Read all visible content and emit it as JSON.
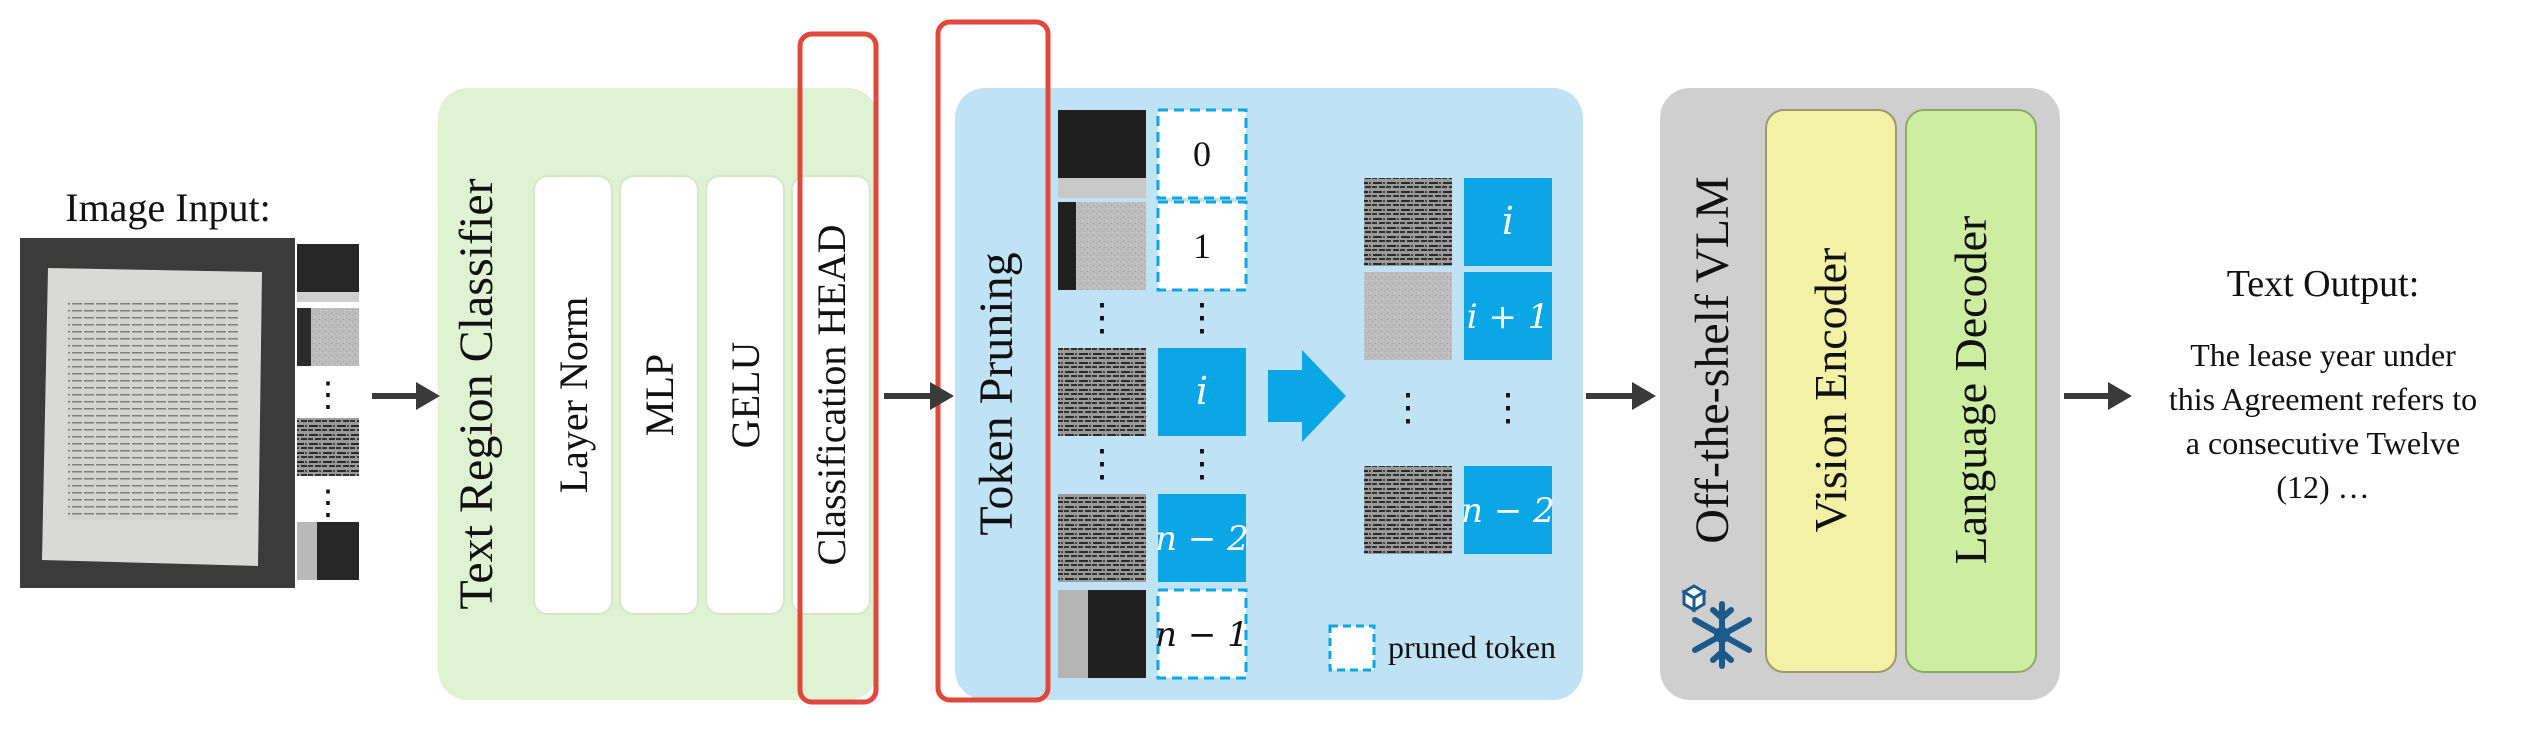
{
  "input": {
    "label": "Image Input:"
  },
  "classifier": {
    "title": "Text Region Classifier",
    "layers": [
      "Layer Norm",
      "MLP",
      "GELU",
      "Classification HEAD"
    ]
  },
  "pruning": {
    "title": "Token Pruning",
    "left_tokens": [
      "0",
      "1",
      "i",
      "n − 2",
      "n − 1"
    ],
    "right_tokens": [
      "i",
      "i + 1",
      "n − 2"
    ],
    "legend": "pruned token"
  },
  "vlm": {
    "title": "Off-the-shelf VLM",
    "encoder": "Vision Encoder",
    "decoder": "Language Decoder"
  },
  "output": {
    "label": "Text Output:",
    "lines": [
      "The lease year under",
      "this Agreement refers to",
      "a consecutive Twelve",
      "(12) …"
    ]
  },
  "colors": {
    "classifier_bg": "#dff2d2",
    "pruning_bg": "#bfe3f5",
    "vlm_bg": "#cfcfcf",
    "encoder": "#f3f1a6",
    "decoder": "#cdeea0",
    "token": "#0aa6e6",
    "highlight": "#e0473d",
    "arrow": "#3a3a3a"
  }
}
